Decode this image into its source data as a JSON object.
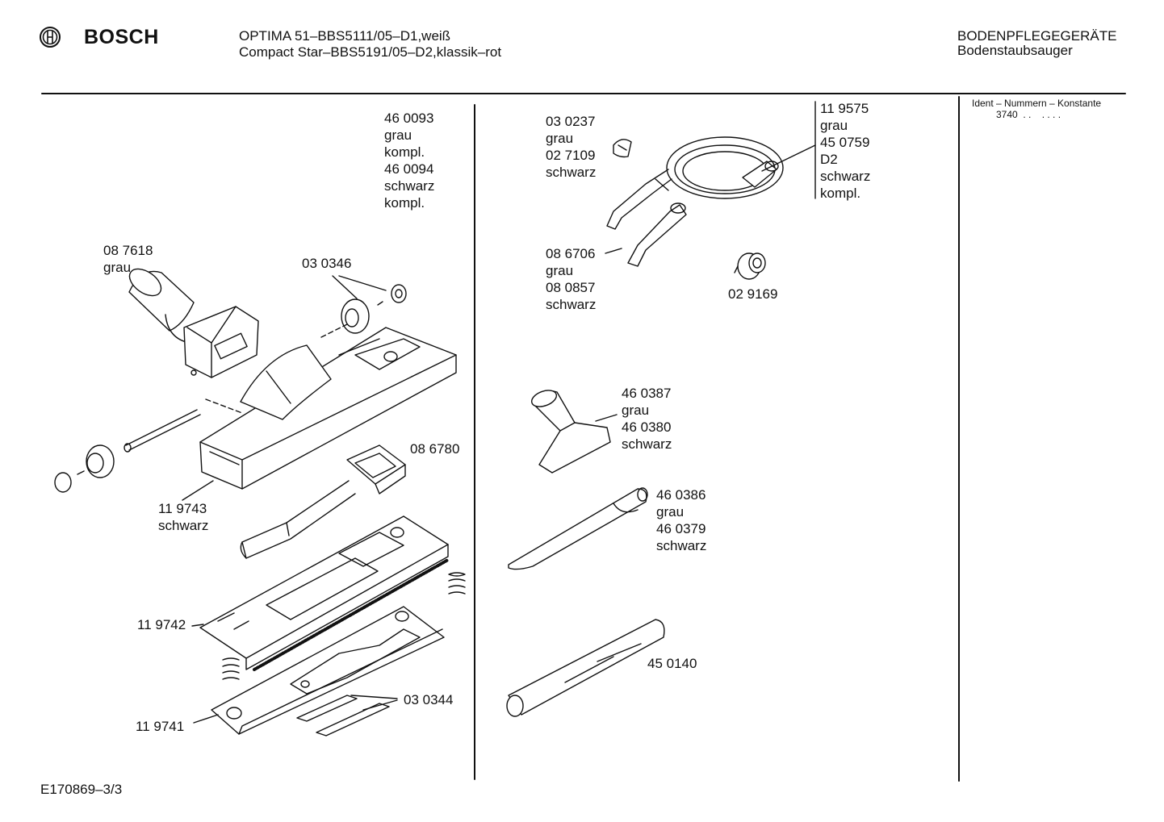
{
  "header": {
    "brand": "BOSCH",
    "model_line_1": "OPTIMA 51–BBS5111/05–D1,weiß",
    "model_line_2": "Compact Star–BBS5191/05–D2,klassik–rot",
    "category": "BODENPFLEGEGERÄTE",
    "subcategory": "Bodenstaubsauger"
  },
  "ident": {
    "title": "Ident – Nummern – Konstante",
    "value": "3740  . .    . . . ."
  },
  "parts_left": {
    "p460093": "46 0093\ngrau\nkompl.\n46 0094\nschwarz\nkompl.",
    "p087618": "08 7618\ngrau",
    "p030346": "03 0346",
    "p086780": "08 6780",
    "p119743": "11 9743\nschwarz",
    "p119742": "11 9742",
    "p030344": "03 0344",
    "p119741": "11 9741"
  },
  "parts_right": {
    "p030237": "03 0237\ngrau\n02 7109\nschwarz",
    "p119575": "11 9575\ngrau\n45 0759\nD2\nschwarz\nkompl.",
    "p086706": "08 6706\ngrau\n08 0857\nschwarz",
    "p029169": "02 9169",
    "p460387": "46 0387\ngrau\n46 0380\nschwarz",
    "p460386": "46 0386\ngrau\n46 0379\nschwarz",
    "p450140": "45 0140"
  },
  "footer": {
    "doc_id": "E170869–3/3"
  }
}
